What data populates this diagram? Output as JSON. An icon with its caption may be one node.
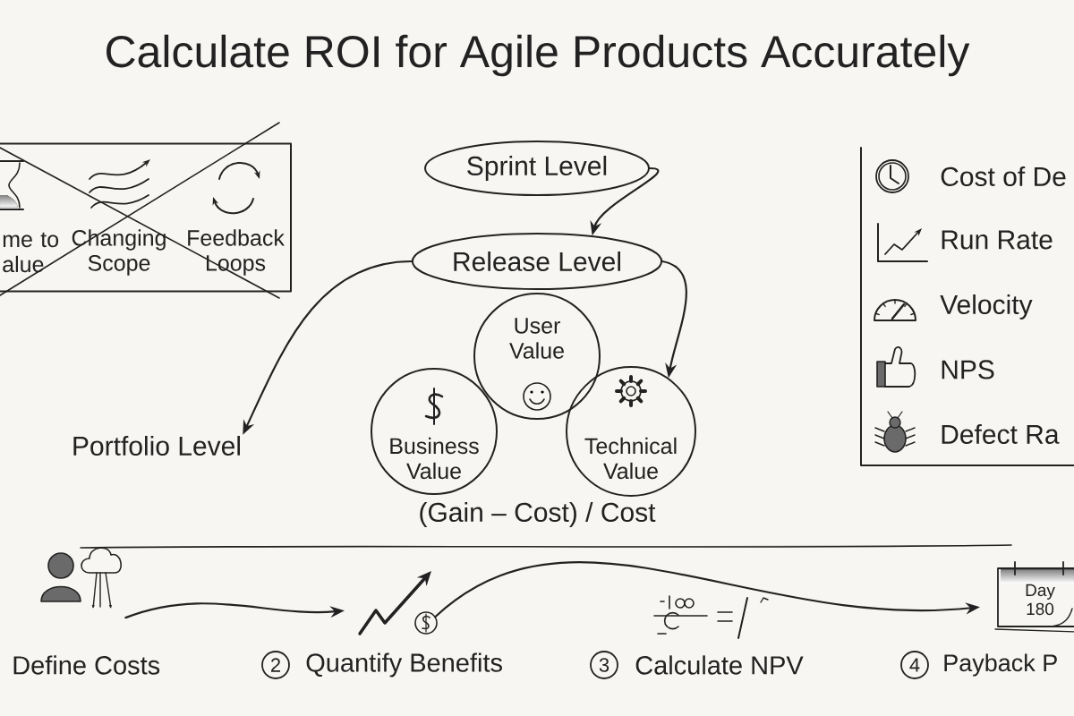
{
  "diagram": {
    "title": "Calculate ROI for Agile Products Accurately",
    "nodes": [
      {
        "text": [
          "Sprint Level"
        ]
      },
      {
        "text": [
          "Release Level"
        ]
      },
      {
        "text": [
          "Portfolio Level"
        ]
      },
      {
        "text": [
          "User Value"
        ]
      },
      {
        "text": [
          "Business Value"
        ]
      },
      {
        "text": [
          "Technical Value"
        ]
      },
      {
        "text": [
          "Define Costs"
        ]
      },
      {
        "text": [
          "Quantify Benefits"
        ]
      },
      {
        "text": [
          "Calculate NPV"
        ]
      },
      {
        "text": [
          "Payback P"
        ]
      },
      {
        "text": [
          "me to alue",
          "Changing Scope",
          "Feedback Loops"
        ]
      },
      {
        "text": [
          "Cost of De",
          "Run Rate",
          "Velocity",
          "NPS",
          "Defect Ra"
        ]
      }
    ],
    "edges": [
      {
        "from": 0,
        "to": 1,
        "arrow": "to"
      },
      {
        "from": 1,
        "to": 2,
        "arrow": "to"
      },
      {
        "from": 1,
        "to": 5,
        "arrow": "to"
      },
      {
        "from": 6,
        "to": 7,
        "arrow": "to"
      },
      {
        "from": 7,
        "to": 9,
        "arrow": "to"
      }
    ],
    "labels": [
      "(Gain – Cost) / Cost",
      "Day 180",
      "2",
      "3",
      "4"
    ]
  }
}
